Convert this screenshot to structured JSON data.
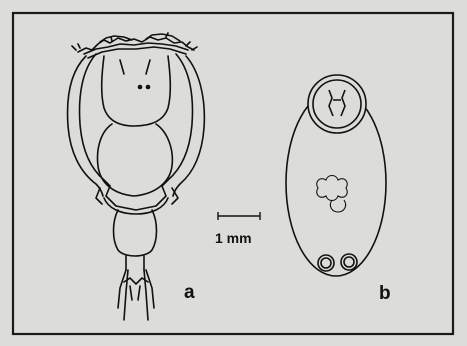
{
  "figure": {
    "background_color": "#dcdcd8",
    "line_color": "#111111",
    "panel_a_label": "a",
    "panel_b_label": "b",
    "scale_bar_label": "1 mm"
  }
}
